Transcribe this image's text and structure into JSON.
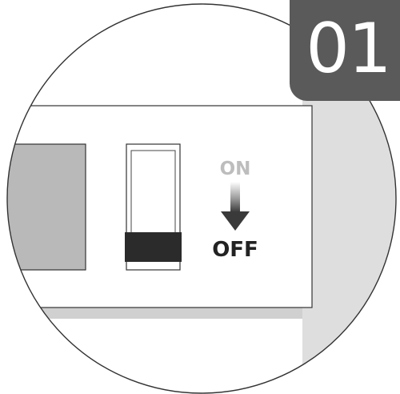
{
  "step": {
    "number": "01"
  },
  "switch": {
    "on_label": "ON",
    "off_label": "OFF",
    "state": "off"
  },
  "colors": {
    "badge_background": "#5a5a5a",
    "panel_background": "#ffffff",
    "wall_shade": "#dedede",
    "switch_dark": "#2b2b2b",
    "on_label_color": "#bdbdbd",
    "off_label_color": "#222222",
    "outline": "#333333"
  }
}
